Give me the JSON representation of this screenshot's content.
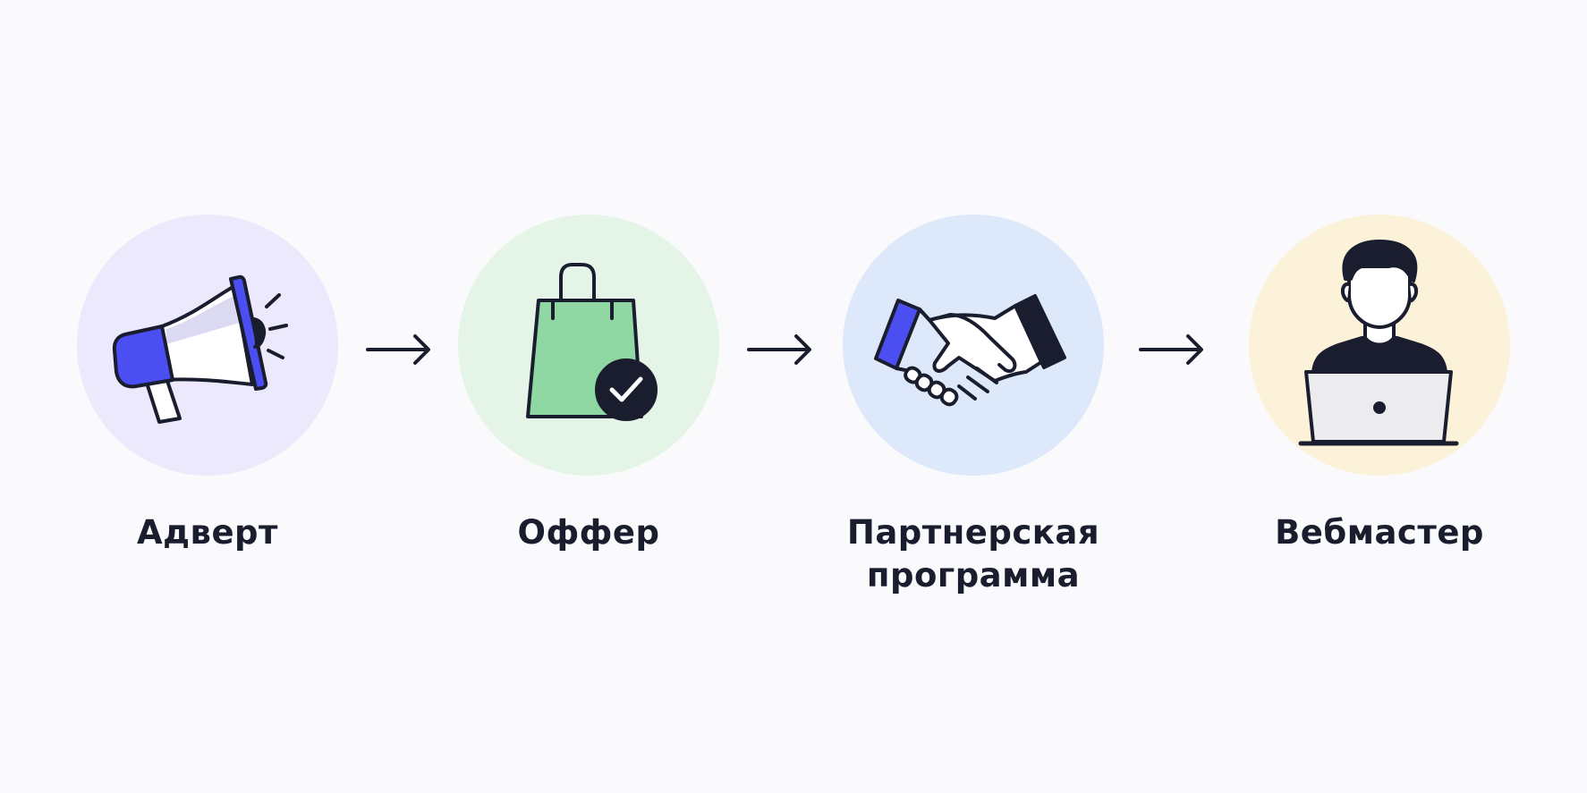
{
  "colors": {
    "ink": "#1a1d2e",
    "accent_blue": "#4b4ef0",
    "accent_green": "#8fd8a4",
    "circle_lavender": "#ebe9fb",
    "circle_mint": "#e4f5e7",
    "circle_sky": "#dde9fa",
    "circle_cream": "#fcf1d9",
    "laptop_gray": "#ececef"
  },
  "steps": [
    {
      "label": "Адверт",
      "icon": "megaphone-icon",
      "circle_color": "#ebe9fb"
    },
    {
      "label": "Оффер",
      "icon": "shopping-bag-check-icon",
      "circle_color": "#e4f5e7"
    },
    {
      "label": "Партнерская программа",
      "label_lines": [
        "Партнерская",
        "программа"
      ],
      "icon": "handshake-icon",
      "circle_color": "#dde9fa"
    },
    {
      "label": "Вебмастер",
      "icon": "person-laptop-icon",
      "circle_color": "#fcf1d9"
    }
  ],
  "connectors": [
    {
      "icon": "arrow-right-icon",
      "from": "Адверт",
      "to": "Оффер"
    },
    {
      "icon": "arrow-right-icon",
      "from": "Оффер",
      "to": "Партнерская программа"
    },
    {
      "icon": "arrow-right-icon",
      "from": "Партнерская программа",
      "to": "Вебмастер"
    }
  ]
}
